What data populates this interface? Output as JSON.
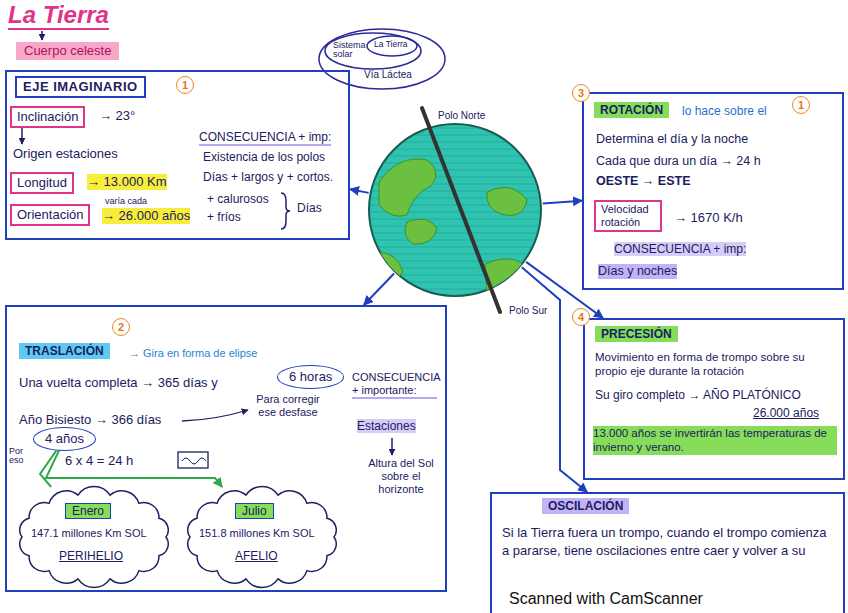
{
  "diagram": {
    "title": "La Tierra",
    "nodes": [
      {
        "text": [
          "Cuerpo celeste"
        ]
      },
      {
        "text": [
          "Vía Láctea"
        ]
      },
      {
        "text": [
          "Sistema solar"
        ],
        "in": 1
      },
      {
        "text": [
          "La Tierra"
        ],
        "in": 2
      },
      {
        "text": [
          "→ 23°",
          "Origen estaciones",
          "→ 13.000 Km",
          "varía cada",
          "→ 26.000 años",
          "CONSECUENCIA + imp:",
          "Existencia de los polos",
          "Días + largos y + cortos.",
          "+ calurosos",
          "+ fríos",
          "Días"
        ]
      },
      {
        "text": [
          "EJE IMAGINARIO"
        ],
        "in": 4
      },
      {
        "text": [
          "Inclinación"
        ],
        "in": 4
      },
      {
        "text": [
          "Longitud"
        ],
        "in": 4
      },
      {
        "text": [
          "Orientación"
        ],
        "in": 4
      },
      {
        "text": [
          "Polo Norte",
          "Polo Sur"
        ]
      },
      {
        "text": [
          "lo hace sobre el",
          "Determina el día y la noche",
          "Cada que dura un día → 24 h",
          "OESTE → ESTE",
          "→ 1670 K/h",
          "CONSECUENCIA + imp:",
          "Días y noches"
        ]
      },
      {
        "text": [
          "ROTACIÓN"
        ],
        "in": 10
      },
      {
        "text": [
          "Velocidad rotación"
        ],
        "in": 10
      },
      {
        "text": [
          "→ Gira en forma de elipse",
          "Una vuelta completa → 365 días y",
          "Para corregir ese desfase",
          "Año Bisiesto → 366 días",
          "6 x 4 = 24 h",
          "CONSECUENCIA + importante:",
          "Estaciones",
          "Altura del Sol sobre el horizonte"
        ]
      },
      {
        "text": [
          "TRASLACIÓN"
        ],
        "in": 13
      },
      {
        "text": [
          "6 horas"
        ],
        "in": 13
      },
      {
        "text": [
          "4 años"
        ],
        "in": 13
      },
      {
        "text": [
          "Enero",
          "147.1 millones Km SOL",
          "PERIHELIO"
        ],
        "in": 13
      },
      {
        "text": [
          "Julio",
          "151.8 millones Km SOL",
          "AFELIO"
        ],
        "in": 13
      },
      {
        "text": [
          "Movimiento en forma de trompo sobre su propio eje durante la rotación",
          "Su giro completo → AÑO PLATÓNICO",
          "26.000 años",
          "13.000 años se invertirán las temperaturas de invierno y verano."
        ]
      },
      {
        "text": [
          "PRECESIÓN"
        ],
        "in": 19
      },
      {
        "text": [
          "Si la Tierra fuera un trompo, cuando el trompo comienza a pararse, tiene oscilaciones entre caer y volver a su"
        ]
      },
      {
        "text": [
          "OSCILACIÓN"
        ],
        "in": 21
      }
    ],
    "edges": [
      {
        "from": 9,
        "to": 4,
        "arrow": "to"
      },
      {
        "from": 9,
        "to": 10,
        "arrow": "to"
      },
      {
        "from": 9,
        "to": 13,
        "arrow": "to"
      },
      {
        "from": 9,
        "to": 19,
        "arrow": "to"
      },
      {
        "from": 9,
        "to": 21,
        "arrow": "to"
      },
      {
        "from": 16,
        "to": 17,
        "arrow": "none"
      },
      {
        "from": 16,
        "to": 18,
        "arrow": "to"
      }
    ],
    "labels": [
      "1",
      "3",
      "1",
      "2",
      "4",
      "Por eso",
      "Scanned with CamScanner"
    ]
  }
}
